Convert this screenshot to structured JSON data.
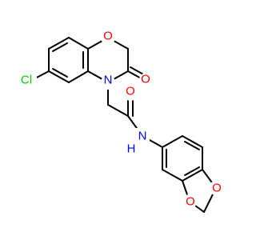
{
  "molecule": {
    "atom_colors": {
      "O": "#ff0000",
      "N": "#0000ff",
      "Cl": "#00cc00",
      "C": "#000000"
    },
    "labels": {
      "ring_oxygen": "O",
      "carbonyl_oxygen_ring": "O",
      "ring_nitrogen": "N",
      "chlorine": "Cl",
      "amide_oxygen": "O",
      "amide_nitrogen": "N",
      "amide_hydrogen": "H",
      "dioxole_oxygen_top": "O",
      "dioxole_oxygen_bottom": "O"
    }
  }
}
